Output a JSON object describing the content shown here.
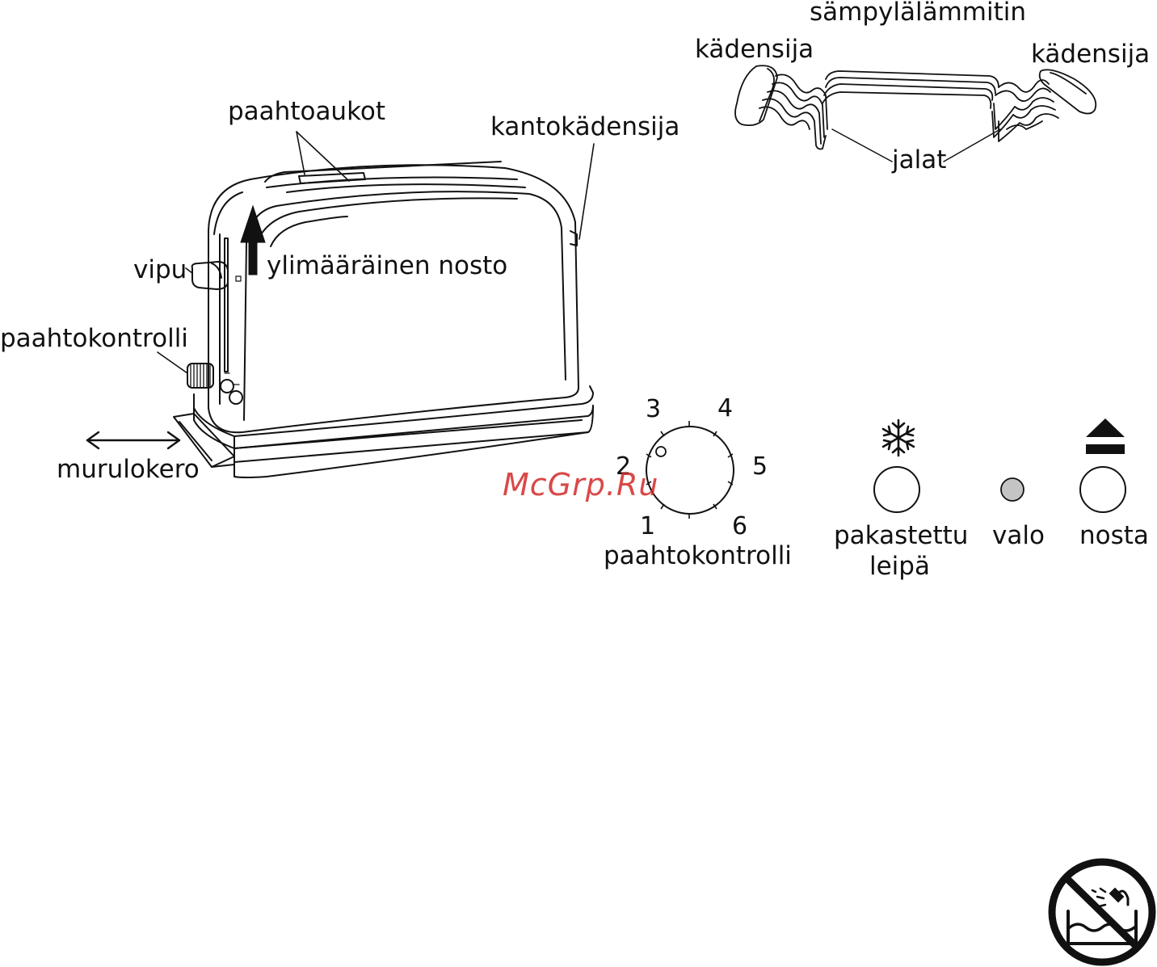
{
  "toaster": {
    "slots_label": "paahtoaukot",
    "carry_handle_label": "kantokädensija",
    "lever_label": "vipu",
    "extra_lift_label": "ylimääräinen nosto",
    "browning_control_label": "paahtokontrolli",
    "crumb_tray_label": "murulokero"
  },
  "bun_warmer": {
    "title": "sämpylälämmitin",
    "handle_left_label": "kädensija",
    "handle_right_label": "kädensija",
    "legs_label": "jalat"
  },
  "dial": {
    "numbers": [
      "1",
      "2",
      "3",
      "4",
      "5",
      "6"
    ],
    "label": "paahtokontrolli"
  },
  "buttons": {
    "frozen_line1": "pakastettu",
    "frozen_line2": "leipä",
    "light": "valo",
    "lift": "nosta",
    "frozen_icon": "snowflake-icon",
    "lift_icon": "eject-icon",
    "light_color": "#c4c4c4"
  },
  "watermark": "McGrp.Ru",
  "warning_icon": "no-water-immersion-icon"
}
